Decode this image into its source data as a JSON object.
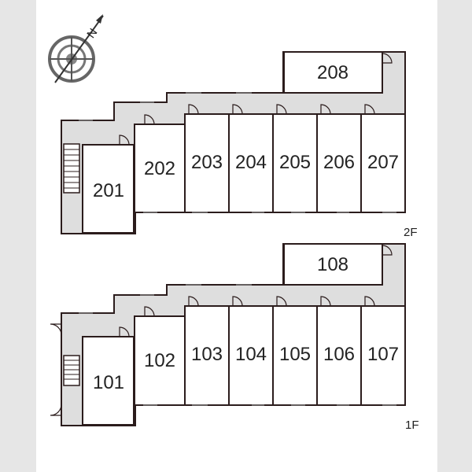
{
  "compass": {
    "icon": "north-arrow-compass-icon",
    "letter": "N"
  },
  "floors": [
    {
      "label": "2F",
      "rooms": [
        {
          "id": "201",
          "label": "201"
        },
        {
          "id": "202",
          "label": "202"
        },
        {
          "id": "203",
          "label": "203"
        },
        {
          "id": "204",
          "label": "204"
        },
        {
          "id": "205",
          "label": "205"
        },
        {
          "id": "206",
          "label": "206"
        },
        {
          "id": "207",
          "label": "207"
        },
        {
          "id": "208",
          "label": "208"
        }
      ]
    },
    {
      "label": "1F",
      "rooms": [
        {
          "id": "101",
          "label": "101"
        },
        {
          "id": "102",
          "label": "102"
        },
        {
          "id": "103",
          "label": "103"
        },
        {
          "id": "104",
          "label": "104"
        },
        {
          "id": "105",
          "label": "105"
        },
        {
          "id": "106",
          "label": "106"
        },
        {
          "id": "107",
          "label": "107"
        },
        {
          "id": "108",
          "label": "108"
        }
      ]
    }
  ],
  "colors": {
    "wall": "#2b1c1c",
    "corridor": "#dedede",
    "room": "#ffffff",
    "compass": "#555555"
  }
}
